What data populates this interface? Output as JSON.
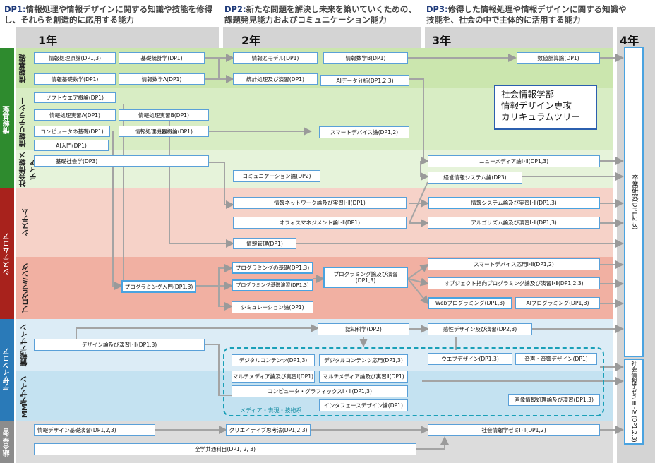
{
  "header": {
    "dp1_label": "DP1:",
    "dp1_text": "情報処理や情報デザインに関する知識や技能を修得し、それらを創造的に応用する能力",
    "dp2_label": "DP2:",
    "dp2_text": "新たな問題を解決し未来を築いていくための、課題発見能力およびコミュニケーション能力",
    "dp3_label": "DP3:",
    "dp3_text": "修得した情報処理や情報デザインに関する知識や技能を、社会の中で主体的に活用する能力"
  },
  "years": [
    "1年",
    "2年",
    "3年",
    "4年"
  ],
  "title_lines": [
    "社会情報学部",
    "情報デザイン専攻",
    "カリキュラムツリー"
  ],
  "categories": {
    "joho_kiban": "情報基盤",
    "joho_kiso": "情報基礎",
    "joho_literacy": "情報リテラシー",
    "shakai_media": "社会情報メディア",
    "system_core": "システムコア",
    "system": "システム",
    "programming": "プログラミング",
    "design_core": "デザインコア",
    "joho_design": "情報デザイン",
    "mm_design": "MMデザイン",
    "sogo": "総合学習"
  },
  "media_group_label": "メディア・表現・技術系",
  "courses": {
    "y1": [
      "情報処理原論(DP1,3)",
      "基礎統計学(DP1)",
      "情報基礎数学(DP1)",
      "情報数学A(DP1)",
      "ソフトウエア概論(DP1)",
      "情報処理実習A(DP1)",
      "情報処理実習B(DP1)",
      "コンピュータの基礎(DP1)",
      "情報処理機器概論(DP1)",
      "AI入門(DP1)",
      "基礎社会学(DP3)",
      "プログラミング入門(DP1,3)",
      "デザイン論及び演習Ⅰ･Ⅱ(DP1,3)",
      "情報デザイン基礎演習(DP1,2,3)",
      "全学共通科目(DP1, 2, 3)"
    ],
    "y2": [
      "情報とモデル(DP1)",
      "情報数学B(DP1)",
      "統計処理及び演習(DP1)",
      "AIデータ分析(DP1,2,3)",
      "スマートデバイス論(DP1,2)",
      "コミュニケーション論(DP2)",
      "情報ネットワーク論及び実習Ⅰ･Ⅱ(DP1)",
      "オフィスマネジメント論Ⅰ･Ⅱ(DP1)",
      "情報管理(DP1)",
      "プログラミングの基礎(DP1,3)",
      "プログラミング基礎演習(DP1,3)",
      "プログラミング論及び演習(DP1,3)",
      "シミュレーション論(DP1)",
      "認知科学(DP2)",
      "デジタルコンテンツ(DP1,3)",
      "デジタルコンテンツ応用(DP1,3)",
      "マルチメディア論及び実習Ⅰ(DP1)",
      "マルチメディア論及び実習Ⅱ(DP1)",
      "コンピュータ・グラフィックスⅠ・Ⅱ(DP1,3)",
      "インタフェースデザイン論(DP1)",
      "クリエイティブ思考法(DP1,2,3)"
    ],
    "y3": [
      "数値計算論(DP1)",
      "ニューメディア論Ⅰ･Ⅱ(DP1,3)",
      "経営情報システム論(DP3)",
      "情報システム論及び実習Ⅰ･Ⅱ(DP1,3)",
      "アルゴリズム論及び演習Ⅰ･Ⅱ(DP1,3)",
      "スマートデバイス応用Ⅰ･Ⅱ(DP1,2)",
      "オブジェクト指向プログラミング論及び演習Ⅰ･Ⅱ(DP1,2,3)",
      "Webプログラミング(DP1,3)",
      "AIプログラミング(DP1,3)",
      "感性デザイン及び演習(DP2,3)",
      "ウエブデザイン(DP1,3)",
      "音声・音響デザイン(DP1)",
      "画像情報処理論及び演習(DP1,3)",
      "社会情報学ゼミⅠ･Ⅱ(DP1,2)"
    ],
    "y4": [
      "卒業研究(DP1,2,3)",
      "社会情報学ゼミⅢ･Ⅳ(DP1,2,3)"
    ]
  },
  "colors": {
    "green_band": "#d8edc4",
    "green_band2": "#cbe6ae",
    "pink_band": "#f6d2c8",
    "salmon_band": "#f1b0a2",
    "lightblue_band": "#dcecf6",
    "blue_band": "#c4e2f1",
    "grey_band": "#dcdcdc",
    "cat_green": "#2e8b2e",
    "cat_red": "#a8221c",
    "cat_blue": "#2a7ab8",
    "cat_grey": "#8c8c8c",
    "box_border": "#5aa0d8",
    "arrow": "#9a9a9a",
    "dash": "#1aa0b8"
  }
}
